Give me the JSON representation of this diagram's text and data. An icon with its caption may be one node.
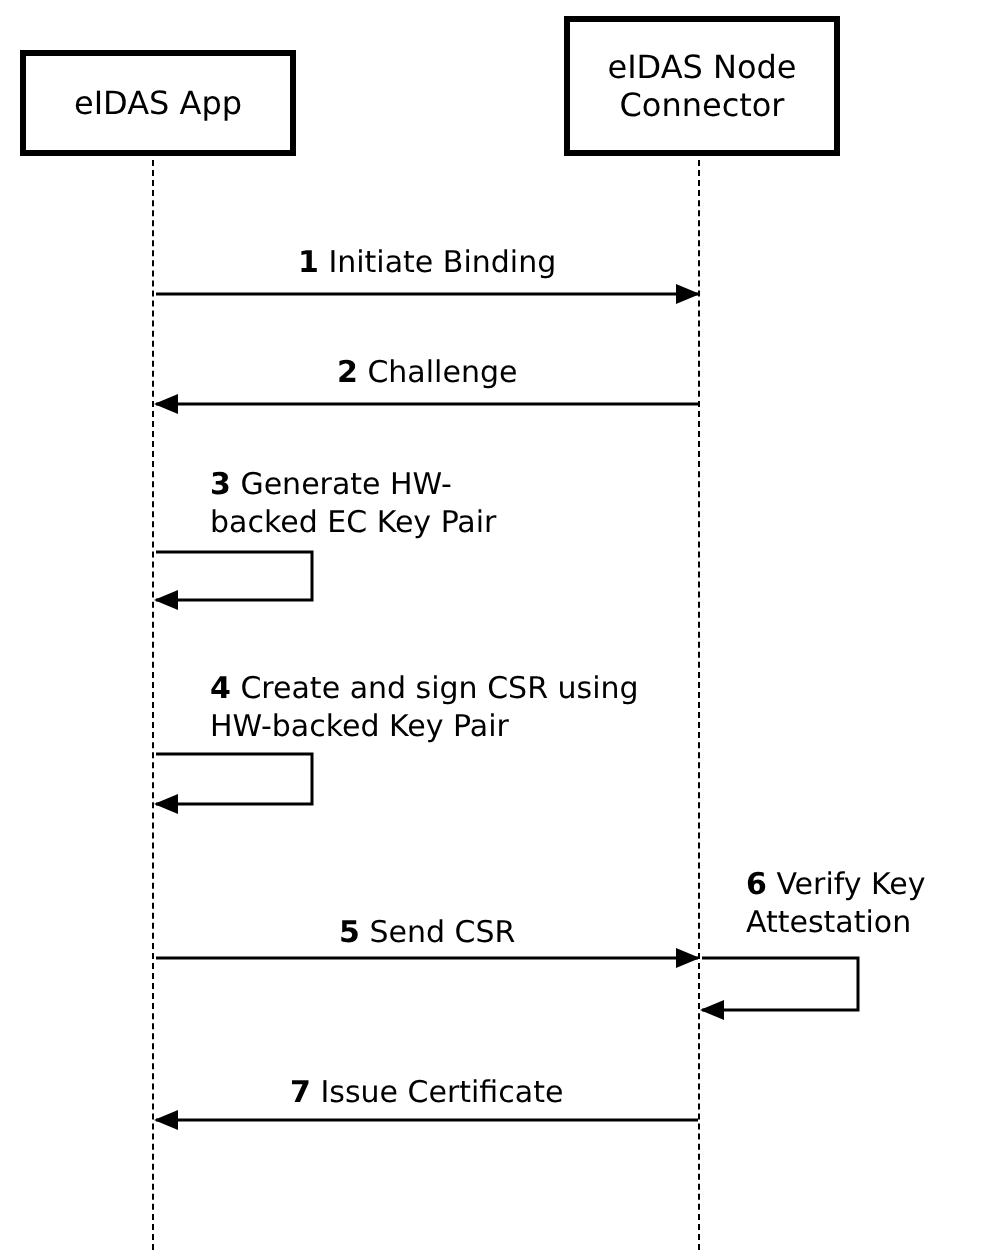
{
  "diagram": {
    "nodes": [
      {
        "text": [
          "eIDAS App"
        ]
      },
      {
        "text": [
          "eIDAS Node Connector"
        ]
      },
      {
        "text": [],
        "shape": "lifeline"
      },
      {
        "text": [],
        "shape": "lifeline"
      }
    ],
    "edges": [
      {
        "from": 2,
        "to": 3,
        "arrow": "to",
        "label": "**1** Initiate Binding"
      },
      {
        "from": 3,
        "to": 2,
        "arrow": "to",
        "label": "**2** Challenge"
      },
      {
        "from": 2,
        "to": 2,
        "arrow": "to",
        "label": "**3** Generate HW-backed EC Key Pair"
      },
      {
        "from": 2,
        "to": 2,
        "arrow": "to",
        "label": "**4** Create and sign CSR using HW-backed Key Pair"
      },
      {
        "from": 2,
        "to": 3,
        "arrow": "to",
        "label": "**5** Send CSR"
      },
      {
        "from": 3,
        "to": 3,
        "arrow": "to",
        "label": "**6** Verify Key Attestation"
      },
      {
        "from": 3,
        "to": 2,
        "arrow": "to",
        "label": "**7** Issue Certificate"
      }
    ]
  }
}
